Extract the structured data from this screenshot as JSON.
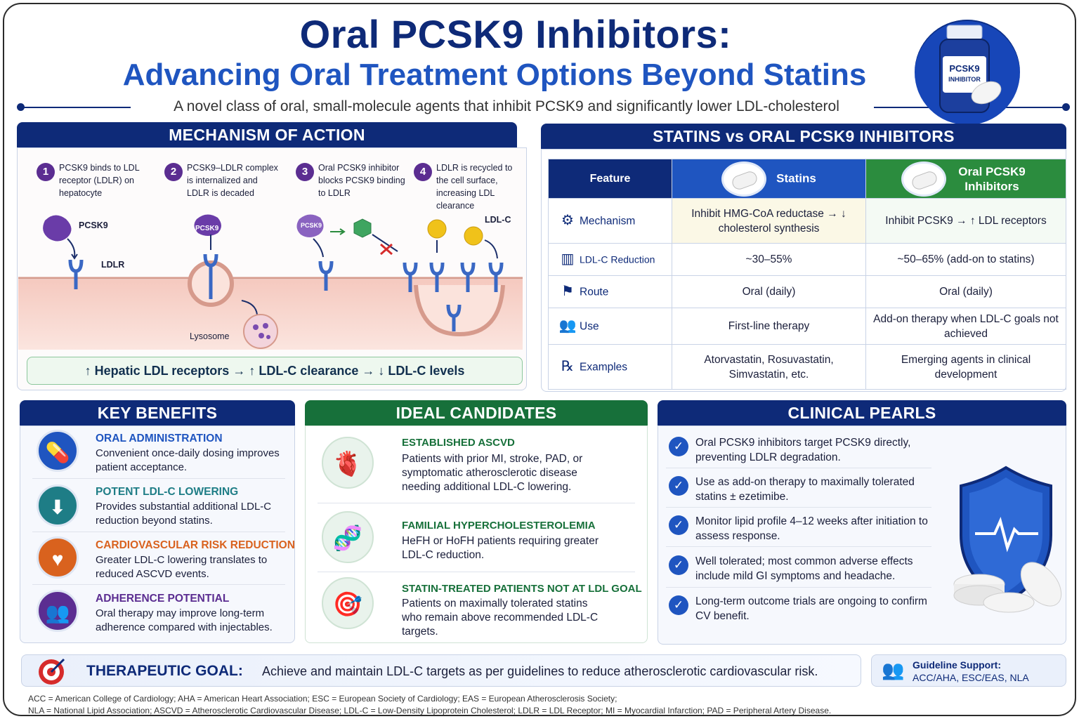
{
  "header": {
    "title": "Oral PCSK9 Inhibitors:",
    "subtitle": "Advancing Oral Treatment Options Beyond Statins",
    "tagline": "A novel class of oral, small-molecule agents that inhibit PCSK9 and significantly lower LDL-cholesterol",
    "logo_line1": "PCSK9",
    "logo_line2": "INHIBITOR"
  },
  "mechanism": {
    "heading": "MECHANISM OF ACTION",
    "steps": [
      {
        "num": "1",
        "text": "PCSK9 binds to LDL receptor (LDLR) on hepatocyte"
      },
      {
        "num": "2",
        "text": "PCSK9–LDLR complex is internalized and LDLR is decaded"
      },
      {
        "num": "3",
        "text": "Oral PCSK9 inhibitor blocks PCSK9 binding to LDLR"
      },
      {
        "num": "4",
        "text": "LDLR is recycled to the cell surface, increasing LDL clearance"
      }
    ],
    "labels": {
      "pcsk9": "PCSK9",
      "ldlr": "LDLR",
      "pcsk9_small": "PCSK9",
      "pcsk9_small2": "PCSK9",
      "lysosome": "Lysosome",
      "ldlc": "LDL-C"
    },
    "flow": "↑ Hepatic LDL receptors → ↑ LDL-C clearance → ↓ LDL-C levels"
  },
  "comparison": {
    "heading": "STATINS vs ORAL PCSK9 INHIBITORS",
    "col_feature": "Feature",
    "col_statins": "Statins",
    "col_pcsk9": "Oral PCSK9 Inhibitors",
    "rows": [
      {
        "icon": "gear-icon",
        "glyph": "⚙",
        "feature": "Mechanism",
        "statins": "Inhibit HMG-CoA reductase → ↓ cholesterol synthesis",
        "pcsk9": "Inhibit PCSK9 → ↑ LDL receptors"
      },
      {
        "icon": "bar-chart-down-icon",
        "glyph": "▥",
        "feature": "LDL-C Reduction",
        "statins": "~30–55%",
        "pcsk9": "~50–65% (add-on to statins)"
      },
      {
        "icon": "signpost-icon",
        "glyph": "⚑",
        "feature": "Route",
        "statins": "Oral (daily)",
        "pcsk9": "Oral (daily)"
      },
      {
        "icon": "people-icon",
        "glyph": "👥",
        "feature": "Use",
        "statins": "First-line therapy",
        "pcsk9": "Add-on therapy when LDL-C goals not achieved"
      },
      {
        "icon": "rx-icon",
        "glyph": "℞",
        "feature": "Examples",
        "statins": "Atorvastatin, Rosuvastatin, Simvastatin, etc.",
        "pcsk9": "Emerging agents in clinical development"
      }
    ]
  },
  "benefits": {
    "heading": "KEY BENEFITS",
    "items": [
      {
        "title": "ORAL ADMINISTRATION",
        "text": "Convenient once-daily dosing improves patient acceptance.",
        "color": "#1f55c0"
      },
      {
        "title": "POTENT LDL-C LOWERING",
        "text": "Provides substantial additional LDL-C reduction beyond statins.",
        "color": "#1e7d86"
      },
      {
        "title": "CARDIOVASCULAR RISK REDUCTION",
        "text": "Greater LDL-C lowering translates to reduced ASCVD events.",
        "color": "#d9621e"
      },
      {
        "title": "ADHERENCE POTENTIAL",
        "text": "Oral therapy may improve long-term adherence compared with injectables.",
        "color": "#5b2d91"
      }
    ]
  },
  "candidates": {
    "heading": "IDEAL CANDIDATES",
    "items": [
      {
        "title": "ESTABLISHED ASCVD",
        "text": "Patients with prior MI, stroke, PAD, or symptomatic atherosclerotic disease needing additional LDL-C lowering."
      },
      {
        "title": "FAMILIAL HYPERCHOLESTEROLEMIA",
        "text": "HeFH or HoFH patients requiring greater LDL-C reduction."
      },
      {
        "title": "STATIN-TREATED PATIENTS NOT AT LDL GOAL",
        "text": "Patients on maximally tolerated statins who remain above recommended LDL-C targets."
      }
    ]
  },
  "pearls": {
    "heading": "CLINICAL PEARLS",
    "items": [
      "Oral PCSK9 inhibitors target PCSK9 directly, preventing LDLR degradation.",
      "Use as add-on therapy to maximally tolerated statins ± ezetimibe.",
      "Monitor lipid profile 4–12 weeks after initiation to assess response.",
      "Well tolerated; most common adverse effects include mild GI symptoms and headache.",
      "Long-term outcome trials are ongoing to confirm CV benefit."
    ]
  },
  "goal": {
    "label": "THERAPEUTIC GOAL:",
    "text": "Achieve and maintain LDL-C targets as per guidelines to reduce atherosclerotic cardiovascular risk."
  },
  "guideline": {
    "label": "Guideline Support:",
    "text": "ACC/AHA, ESC/EAS, NLA"
  },
  "abbreviations": {
    "line1": "ACC = American College of Cardiology; AHA = American Heart Association; ESC = European Society of Cardiology; EAS = European Atherosclerosis Society;",
    "line2": "NLA = National Lipid Association; ASCVD = Atherosclerotic Cardiovascular Disease; LDL-C = Low-Density Lipoprotein Cholesterol; LDLR = LDL Receptor; MI = Myocardial Infarction; PAD = Peripheral Artery Disease."
  }
}
